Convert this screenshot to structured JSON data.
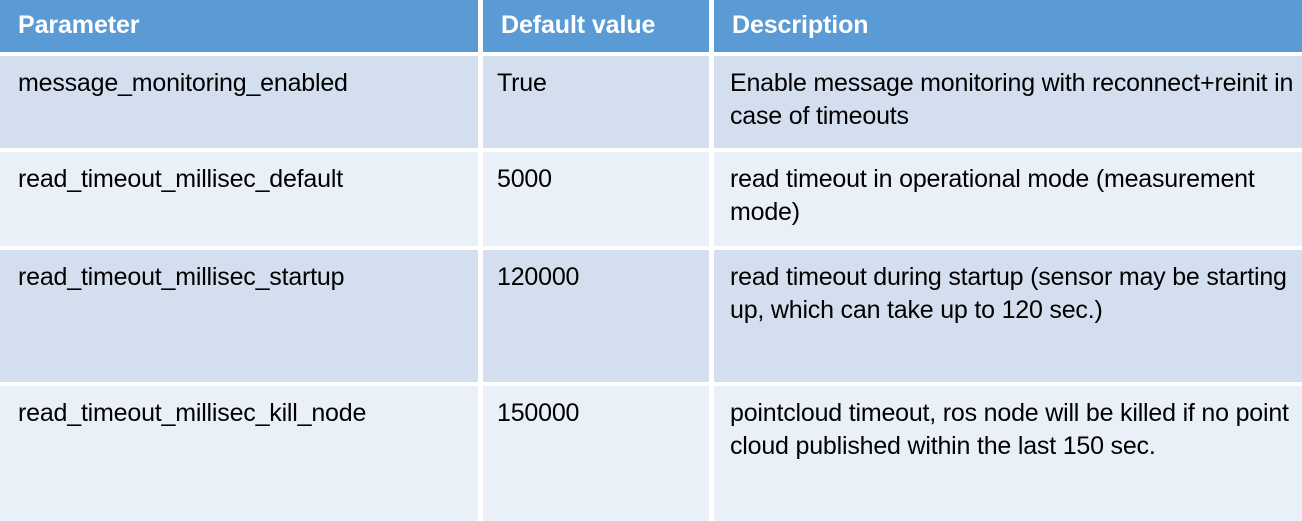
{
  "table": {
    "columns": [
      {
        "key": "parameter",
        "label": "Parameter"
      },
      {
        "key": "default_value",
        "label": "Default value"
      },
      {
        "key": "description",
        "label": "Description"
      }
    ],
    "rows": [
      {
        "parameter": "message_monitoring_enabled",
        "default_value": "True",
        "description": "Enable message monitoring with reconnect+reinit in case of timeouts"
      },
      {
        "parameter": "read_timeout_millisec_default",
        "default_value": "5000",
        "description": "read timeout in operational mode (measurement mode)"
      },
      {
        "parameter": "read_timeout_millisec_startup",
        "default_value": "120000",
        "description": "read timeout during startup (sensor may be starting up, which can take up to 120 sec.)"
      },
      {
        "parameter": "read_timeout_millisec_kill_node",
        "default_value": "150000",
        "description": "pointcloud timeout, ros node will be killed if no point cloud published within the last 150 sec."
      }
    ]
  },
  "colors": {
    "header_background": "#5B9BD5",
    "header_text": "#FFFFFF",
    "row_band_dark": "#D3DFEE",
    "row_band_light": "#EAF0F8",
    "gridline": "#FFFFFF",
    "body_text": "#000000"
  }
}
